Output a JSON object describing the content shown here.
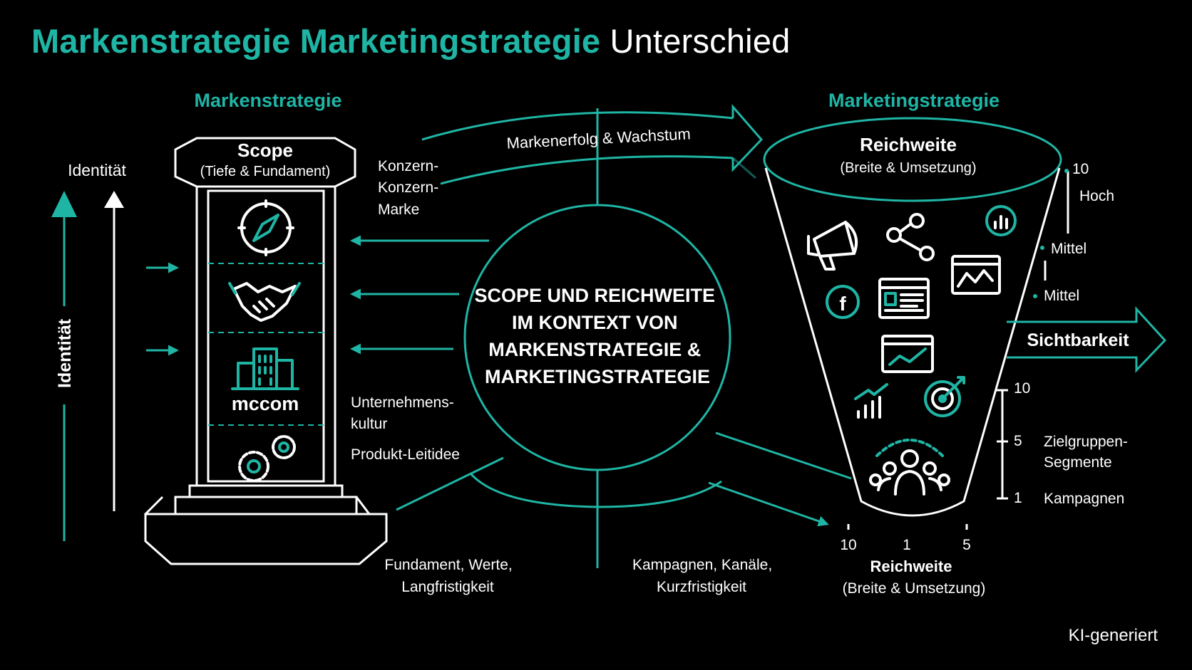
{
  "title": {
    "part1": "Markenstrategie Marketingstrategie",
    "part2": "Unterschied"
  },
  "left": {
    "heading": "Markenstrategie",
    "scope_title": "Scope",
    "scope_sub": "(Tiefe & Fundament)",
    "identity_top": "Identität",
    "identity_axis": "Identität",
    "logo_text": "mccom"
  },
  "labels": {
    "konzern": [
      "Konzern-",
      "Konzern-",
      "Marke"
    ],
    "kultur": [
      "Unternehmens-",
      "kultur"
    ],
    "produkt": "Produkt-Leitidee",
    "fundament": [
      "Fundament, Werte,",
      "Langfristigkeit"
    ],
    "kampagnen": [
      "Kampagnen, Kanäle,",
      "Kurzfristigkeit"
    ]
  },
  "center": {
    "arc_label": "Markenerfolg & Wachstum",
    "circle_text": [
      "SCOPE UND REICHWEITE",
      "IM KONTEXT VON",
      "MARKENSTRATEGIE &",
      "MARKETINGSTRATEGIE"
    ]
  },
  "right": {
    "heading": "Marketingstrategie",
    "reach_title": "Reichweite",
    "reach_sub": "(Breite & Umsetzung)",
    "scale_top": [
      "10",
      "Hoch",
      "Mittel",
      "Mittel"
    ],
    "sichtbarkeit": "Sichtbarkeit",
    "scale_bottom": [
      "10",
      "5",
      "1"
    ],
    "zielgruppen": [
      "Zielgruppen-",
      "Segmente"
    ],
    "kampagnen": "Kampagnen",
    "bottom_ticks": [
      "10",
      "1",
      "5"
    ],
    "bottom_title": "Reichweite",
    "bottom_sub": "(Breite & Umsetzung)"
  },
  "footer": "KI-generiert",
  "colors": {
    "accent": "#1fb5a5",
    "background": "#000000",
    "text": "#ffffff"
  }
}
